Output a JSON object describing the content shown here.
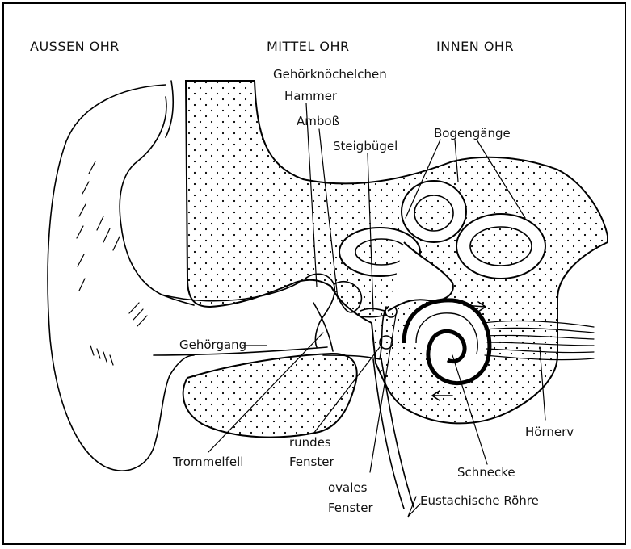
{
  "headers": {
    "outer_ear": "AUSSEN OHR",
    "middle_ear": "MITTEL OHR",
    "inner_ear": "INNEN OHR"
  },
  "labels": {
    "ossicles": "Gehörknöchelchen",
    "hammer": "Hammer",
    "anvil": "Amboß",
    "stirrup": "Steigbügel",
    "semicircular_canals": "Bogengänge",
    "ear_canal": "Gehörgang",
    "eardrum": "Trommelfell",
    "round_window_1": "rundes",
    "round_window_2": "Fenster",
    "oval_window_1": "ovales",
    "oval_window_2": "Fenster",
    "cochlea": "Schnecke",
    "auditory_nerve": "Hörnerv",
    "eustachian_tube": "Eustachische Röhre"
  }
}
